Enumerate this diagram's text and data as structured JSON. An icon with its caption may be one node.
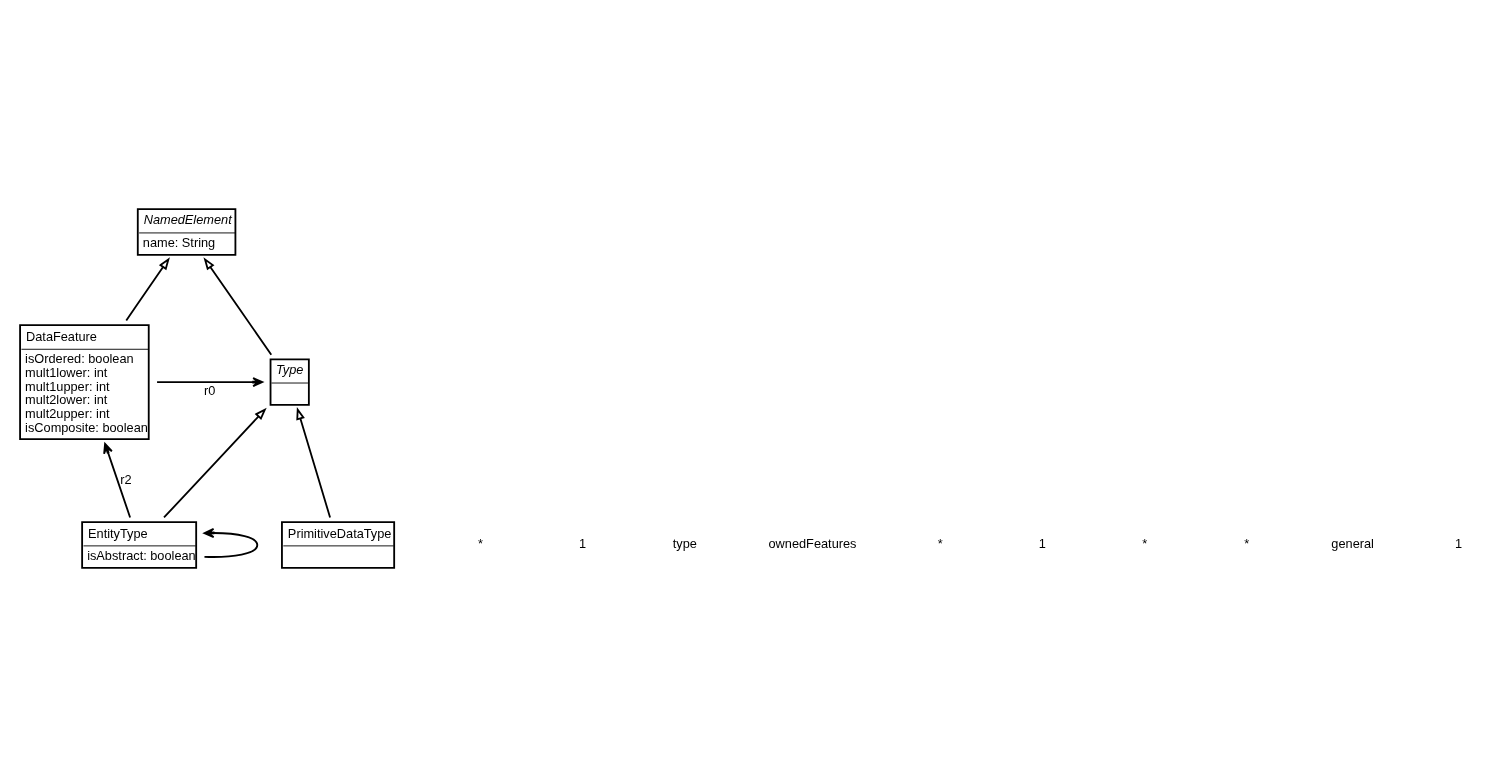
{
  "diagram": {
    "nodes": [
      {
        "text": [
          "NamedElement",
          "name: String"
        ]
      },
      {
        "text": [
          "DataFeature",
          "isOrdered: boolean",
          "mult1lower: int",
          "mult1upper: int",
          "mult2lower: int",
          "mult2upper: int",
          "isComposite: boolean"
        ]
      },
      {
        "text": [
          "Type"
        ]
      },
      {
        "text": [
          "EntityType",
          "isAbstract: boolean"
        ]
      },
      {
        "text": [
          "PrimitiveDataType"
        ]
      }
    ],
    "edges": [
      {
        "from": 1,
        "to": 0,
        "arrow": "to"
      },
      {
        "from": 2,
        "to": 0,
        "arrow": "to"
      },
      {
        "from": 1,
        "to": 2,
        "arrow": "to",
        "label": "r0"
      },
      {
        "from": 3,
        "to": 2,
        "arrow": "to"
      },
      {
        "from": 4,
        "to": 2,
        "arrow": "to"
      },
      {
        "from": 3,
        "to": 1,
        "arrow": "to",
        "label": "r2"
      },
      {
        "from": 3,
        "to": 3,
        "arrow": "to"
      }
    ],
    "labels": [
      "*",
      "1",
      "type",
      "ownedFeatures",
      "*",
      "1",
      "*",
      "*",
      "general",
      "1"
    ]
  }
}
